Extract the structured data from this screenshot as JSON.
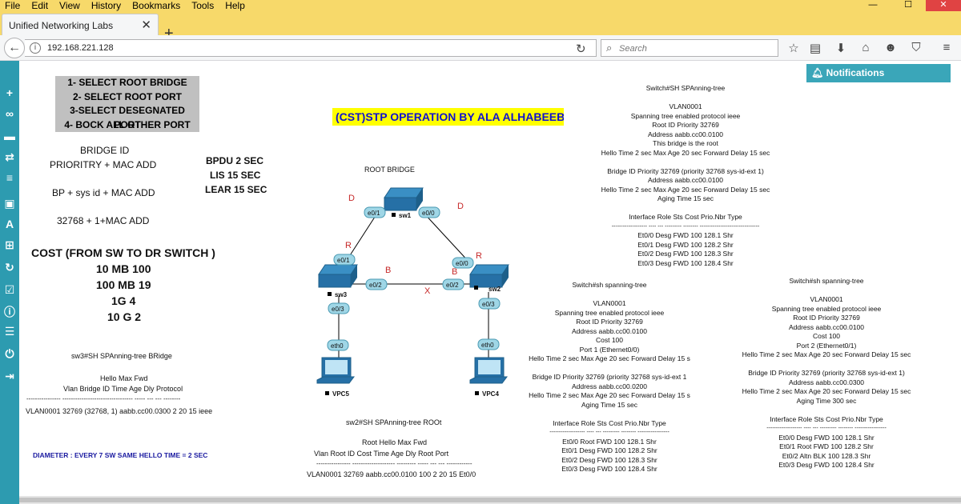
{
  "browser": {
    "menu": [
      "File",
      "Edit",
      "View",
      "History",
      "Bookmarks",
      "Tools",
      "Help"
    ],
    "tab_title": "Unified Networking Labs",
    "url": "192.168.221.128",
    "search_placeholder": "Search"
  },
  "notifications_label": "Notifications",
  "steps": [
    "1- SELECT ROOT BRIDGE",
    "2- SELECT ROOT PORT",
    "3-SELECT DESEGNATED PORT",
    "4- BOCK ALL OTHER PORT"
  ],
  "bridge_id": {
    "title": "BRIDGE ID",
    "line1": "PRIORITRY +  MAC ADD",
    "line2": "BP + sys id + MAC ADD",
    "line3": "32768 + 1+MAC ADD"
  },
  "timers": [
    "BPDU 2 SEC",
    "LIS 15 SEC",
    "LEAR 15 SEC"
  ],
  "cost": {
    "title": "COST (FROM SW TO DR SWITCH )",
    "items": [
      "10 MB 100",
      "100 MB 19",
      "1G 4",
      "10 G 2"
    ]
  },
  "sw3_output": {
    "cmd": "sw3#SH SPAnning-tree BRidge",
    "header1": "Hello  Max  Fwd",
    "header2": "Vlan                         Bridge ID              Time  Age  Dly  Protocol",
    "sep": "---------------- --------------------------------- ----- --- --- --------",
    "row": "VLAN0001     32769 (32768,   1) aabb.cc00.0300    2    20  15  ieee"
  },
  "diameter_note": "DIAMETER : EVERY 7 SW SAME HELLO TIME = 2 SEC",
  "title_banner": "(CST)STP OPERATION BY ALA ALHABEEB",
  "diagram": {
    "root_bridge_label": "ROOT BRIDGE",
    "sw1": "sw1",
    "sw2": "sw2",
    "sw3": "sw3",
    "vpc5": "VPC5",
    "vpc4": "VPC4",
    "ports": {
      "sw1_left": "e0/1",
      "sw1_right": "e0/0",
      "sw3_top": "e0/1",
      "sw3_right": "e0/2",
      "sw3_bottom": "e0/3",
      "sw2_top": "e0/0",
      "sw2_left": "e0/2",
      "sw2_bottom": "e0/3",
      "vpc5_eth": "eth0",
      "vpc4_eth": "eth0"
    },
    "roles": {
      "d_left": "D",
      "d_right": "D",
      "r_left": "R",
      "r_right": "R",
      "b_left": "B",
      "b_right": "B",
      "x": "X"
    }
  },
  "sw2_output": {
    "cmd": "sw2#SH SPAnning-tree ROOt",
    "header1": "Root   Hello  Max  Fwd",
    "header2": "Vlan                      Root ID          Cost    Time   Age  Dly  Root Port",
    "sep": "---------------- -------------------- --------- ----- --- ---  ------------",
    "row": "VLAN0001          32769 aabb.cc00.0100       100    2   20  15  Et0/0"
  },
  "sw1_show": [
    "Switch#SH SPAnning-tree",
    "",
    "VLAN0001",
    "Spanning tree enabled protocol ieee",
    "Root ID    Priority    32769",
    "Address     aabb.cc00.0100",
    "This bridge is the root",
    "Hello Time   2 sec  Max Age 20 sec  Forward Delay 15 sec",
    "",
    "Bridge ID  Priority    32769  (priority 32768 sys-id-ext 1)",
    "Address     aabb.cc00.0100",
    "Hello Time   2 sec  Max Age 20 sec  Forward Delay 15 sec",
    "Aging Time  15  sec",
    "",
    "Interface           Role Sts Cost      Prio.Nbr Type",
    "------------------- ---- --- --------- -------- --------------------------------",
    "Et0/0               Desg FWD 100       128.1    Shr",
    "Et0/1               Desg FWD 100       128.2    Shr",
    "Et0/2               Desg FWD 100       128.3    Shr",
    "Et0/3               Desg FWD 100       128.4    Shr"
  ],
  "sw2_show": [
    "Switch#sh spanning-tree",
    "",
    "VLAN0001",
    "Spanning tree enabled protocol ieee",
    "Root ID    Priority    32769",
    "Address     aabb.cc00.0100",
    "Cost        100",
    "Port        1 (Ethernet0/0)",
    "Hello Time   2 sec  Max Age 20 sec  Forward Delay 15 s",
    "",
    "Bridge ID  Priority    32769  (priority 32768 sys-id-ext 1",
    "Address     aabb.cc00.0200",
    "Hello Time   2 sec  Max Age 20 sec  Forward Delay 15 s",
    "Aging Time  15  sec",
    "",
    "Interface           Role Sts Cost      Prio.Nbr Type",
    "------------------- ---- --- --------- -------- -----------------",
    "Et0/0               Root FWD 100       128.1    Shr",
    "Et0/1               Desg FWD 100       128.2    Shr",
    "Et0/2               Desg FWD 100       128.3    Shr",
    "Et0/3               Desg FWD 100       128.4    Shr"
  ],
  "sw3_show": [
    "Switch#sh spanning-tree",
    "",
    "VLAN0001",
    "Spanning tree enabled protocol ieee",
    "Root ID    Priority    32769",
    "Address     aabb.cc00.0100",
    "Cost        100",
    "Port        2 (Ethernet0/1)",
    "Hello Time   2 sec  Max Age 20 sec  Forward Delay 15 sec",
    "",
    "Bridge ID  Priority    32769  (priority 32768 sys-id-ext 1)",
    "Address     aabb.cc00.0300",
    "Hello Time   2 sec  Max Age 20 sec  Forward Delay 15 sec",
    "Aging Time  300 sec",
    "",
    "Interface           Role Sts Cost      Prio.Nbr Type",
    "------------------- ---- --- --------- -------- -----------------",
    "Et0/0               Desg FWD 100       128.1    Shr",
    "Et0/1               Root FWD 100       128.2    Shr",
    "Et0/2               Altn BLK 100       128.3    Shr",
    "Et0/3               Desg FWD 100       128.4    Shr"
  ]
}
